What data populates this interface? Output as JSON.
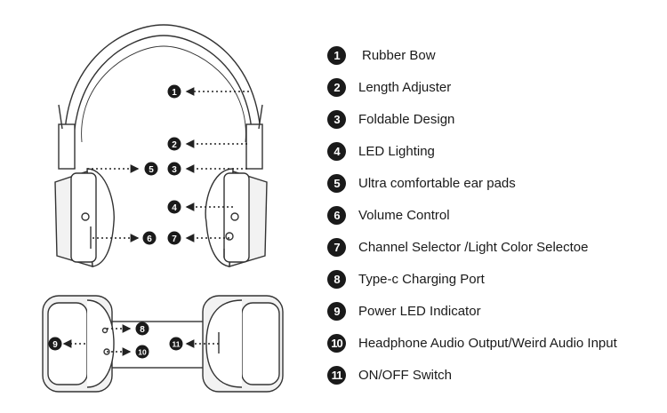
{
  "components": [
    {
      "number": "1",
      "label": "Rubber Bow"
    },
    {
      "number": "2",
      "label": "Length Adjuster"
    },
    {
      "number": "3",
      "label": "Foldable Design"
    },
    {
      "number": "4",
      "label": "LED Lighting"
    },
    {
      "number": "5",
      "label": "Ultra comfortable ear pads"
    },
    {
      "number": "6",
      "label": "Volume Control"
    },
    {
      "number": "7",
      "label": "Channel Selector /Light Color Selectoe"
    },
    {
      "number": "8",
      "label": "Type-c Charging Port"
    },
    {
      "number": "9",
      "label": "Power LED Indicator"
    },
    {
      "number": "10",
      "label": "Headphone Audio Output/Weird Audio Input"
    },
    {
      "number": "11",
      "label": "ON/OFF Switch"
    }
  ],
  "colors": {
    "line": "#333333",
    "badge": "#1a1a1a",
    "pad": "#f2f2f2"
  }
}
